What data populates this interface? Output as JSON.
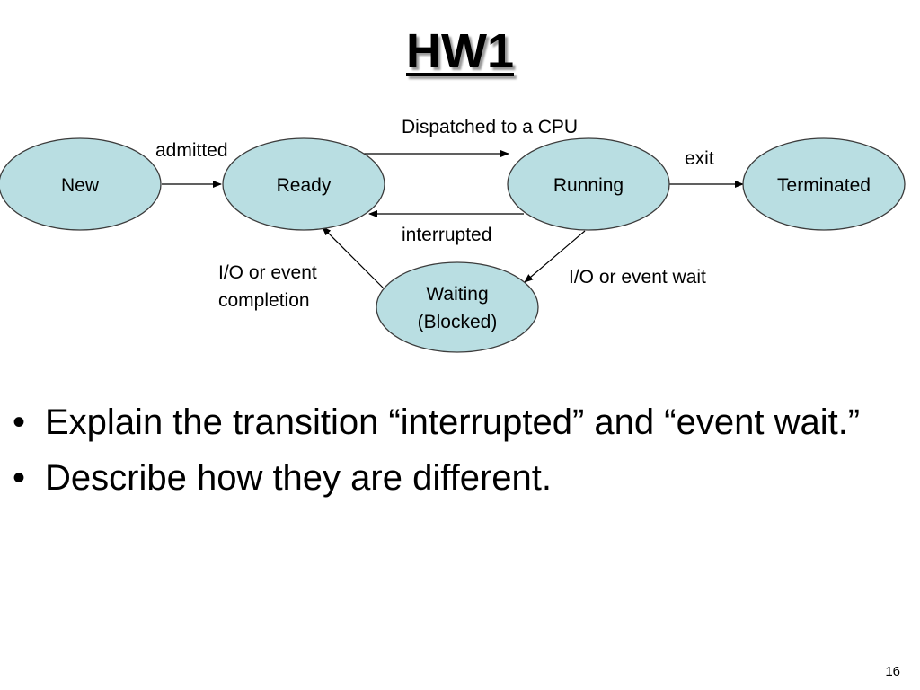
{
  "title": "HW1",
  "diagram": {
    "nodes": {
      "new": "New",
      "ready": "Ready",
      "running": "Running",
      "terminated": "Terminated",
      "waiting_line1": "Waiting",
      "waiting_line2": "(Blocked)"
    },
    "edges": {
      "admitted": "admitted",
      "dispatched": "Dispatched to a CPU",
      "exit": "exit",
      "interrupted": "interrupted",
      "io_completion_line1": "I/O or event",
      "io_completion_line2": "completion",
      "io_wait": "I/O or event wait"
    },
    "colors": {
      "node_fill": "#b9dee2",
      "node_stroke": "#3c3c3c"
    }
  },
  "bullets": [
    {
      "marker": "•",
      "text": "Explain the transition “interrupted” and “event wait.”"
    },
    {
      "marker": "•",
      "text": "Describe how they are different."
    }
  ],
  "page_number": "16"
}
